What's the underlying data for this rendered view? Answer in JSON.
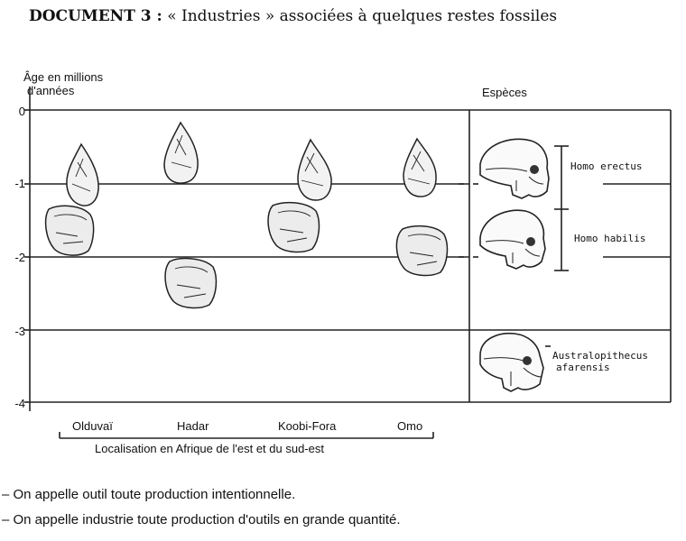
{
  "title_prefix": "DOCUMENT 3 :",
  "title_rest": " « Industries » associées à quelques restes fossiles",
  "y_axis_label_line1": "Âge en millions",
  "y_axis_label_line2": "d'années",
  "especes_label": "Espèces",
  "y_ticks": [
    "0",
    "-1",
    "-2",
    "-3",
    "-4"
  ],
  "sites": [
    "Olduvaï",
    "Hadar",
    "Koobi-Fora",
    "Omo"
  ],
  "localisation_label": "Localisation en Afrique de l'est et du sud-est",
  "species": {
    "homo_erectus": "Homo erectus",
    "homo_habilis": "Homo habilis",
    "australopithecus_line1": "Australopithecus",
    "australopithecus_line2": "afarensis"
  },
  "tool_ages_ma": {
    "Olduvaï": {
      "biface": -0.9,
      "pebble": -1.6
    },
    "Hadar": {
      "biface": -0.55,
      "pebble": -2.35
    },
    "Koobi-Fora": {
      "biface": -0.85,
      "pebble": -1.55
    },
    "Omo": {
      "biface": -0.8,
      "pebble": -1.85
    }
  },
  "species_ranges_ma": {
    "homo_erectus": [
      -0.5,
      -1.3
    ],
    "homo_habilis": [
      -1.3,
      -2.2
    ]
  },
  "notes": [
    "– On appelle outil toute production intentionnelle.",
    "– On appelle industrie toute production d'outils en grande quantité."
  ]
}
